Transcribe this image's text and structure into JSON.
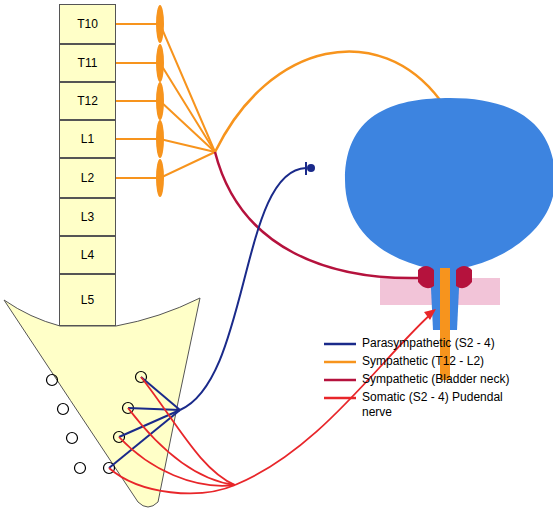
{
  "diagram": {
    "nodes": [
      {
        "text": [
          "T10"
        ]
      },
      {
        "text": [
          "T11"
        ]
      },
      {
        "text": [
          "T12"
        ]
      },
      {
        "text": [
          "L1"
        ]
      },
      {
        "text": [
          "L2"
        ]
      },
      {
        "text": [
          "L3"
        ]
      },
      {
        "text": [
          "L4"
        ]
      },
      {
        "text": [
          "L5"
        ]
      }
    ],
    "legend": [
      {
        "text": "Parasympathetic (S2 - 4)"
      },
      {
        "text": "Sympathetic (T12 - L2)"
      },
      {
        "text": "Sympathetic (Bladder neck)"
      },
      {
        "text": "Somatic (S2 - 4) Pudendal nerve"
      }
    ]
  }
}
